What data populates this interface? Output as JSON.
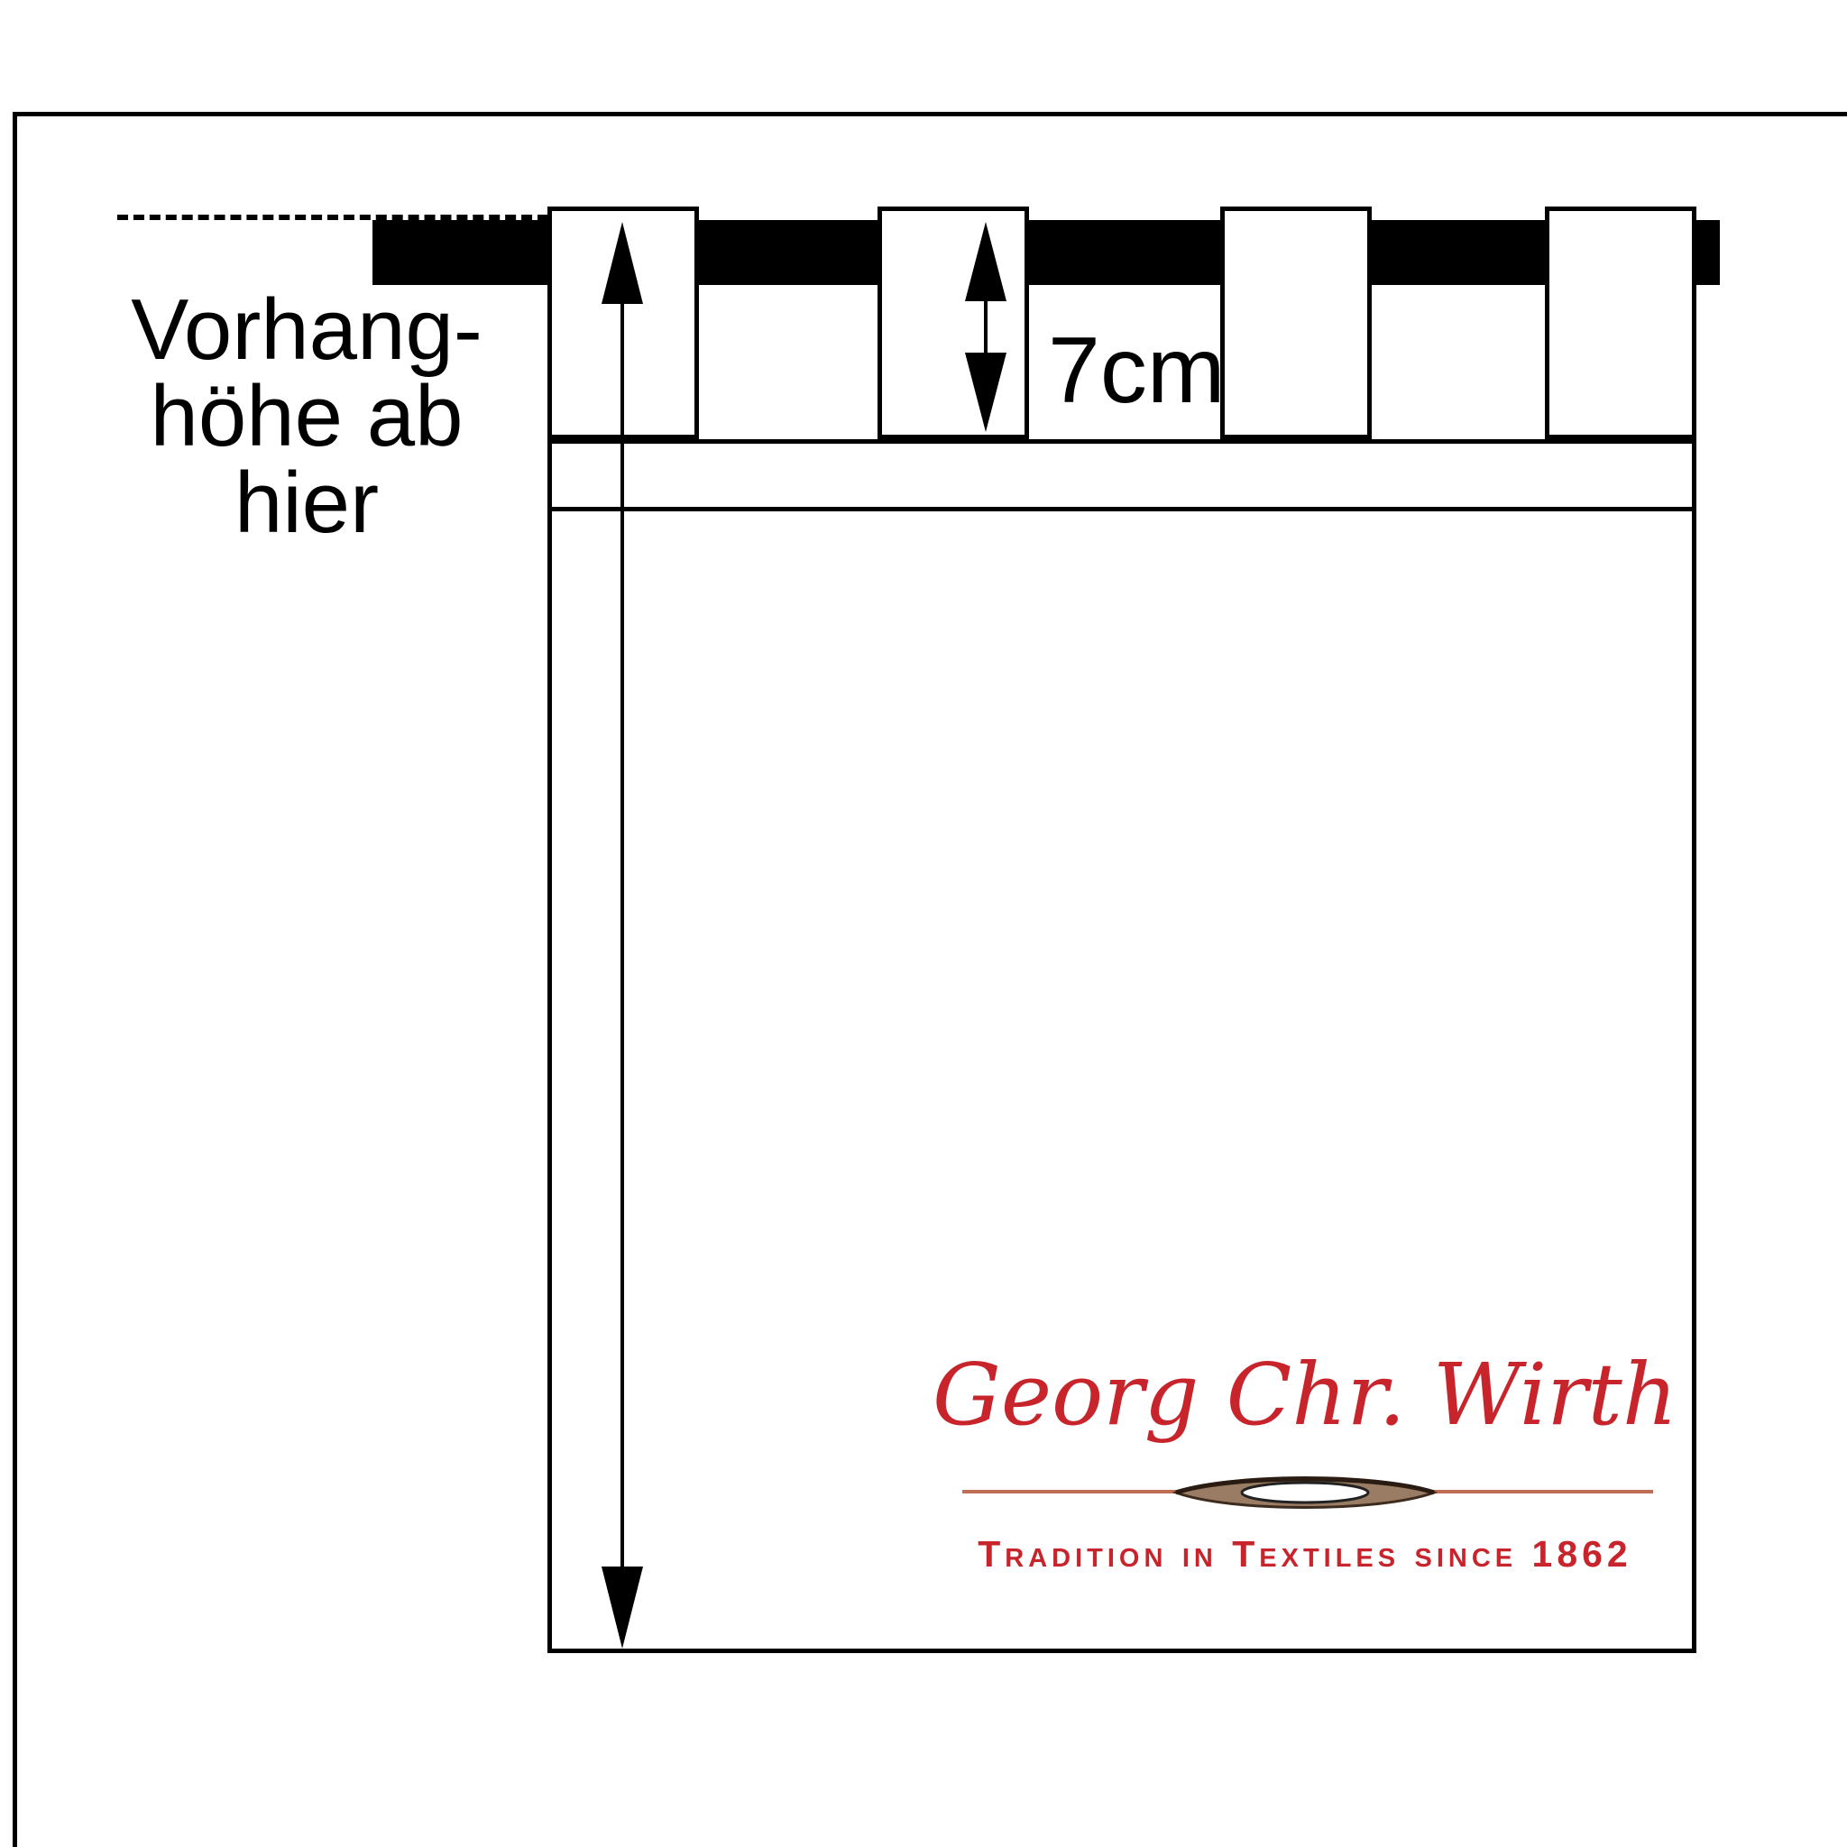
{
  "diagram": {
    "annotation": {
      "line1": "Vorhang-",
      "line2": "höhe ab",
      "line3": "hier"
    },
    "measurement": {
      "tab_height_label": "7cm"
    }
  },
  "logo": {
    "brand_name": "Georg Chr. Wirth",
    "tagline": "Tradition in Textiles since 1862"
  },
  "icons": {
    "needle": "sewing-shuttle-needle-icon",
    "curtain_height_arrow": "double-headed-vertical-arrow",
    "tab_height_arrow": "double-headed-vertical-arrow"
  },
  "colors": {
    "line_black": "#000000",
    "brand_red": "#c8242c",
    "divider_brown": "#bf6e55",
    "needle_body": "#9a7b63"
  }
}
